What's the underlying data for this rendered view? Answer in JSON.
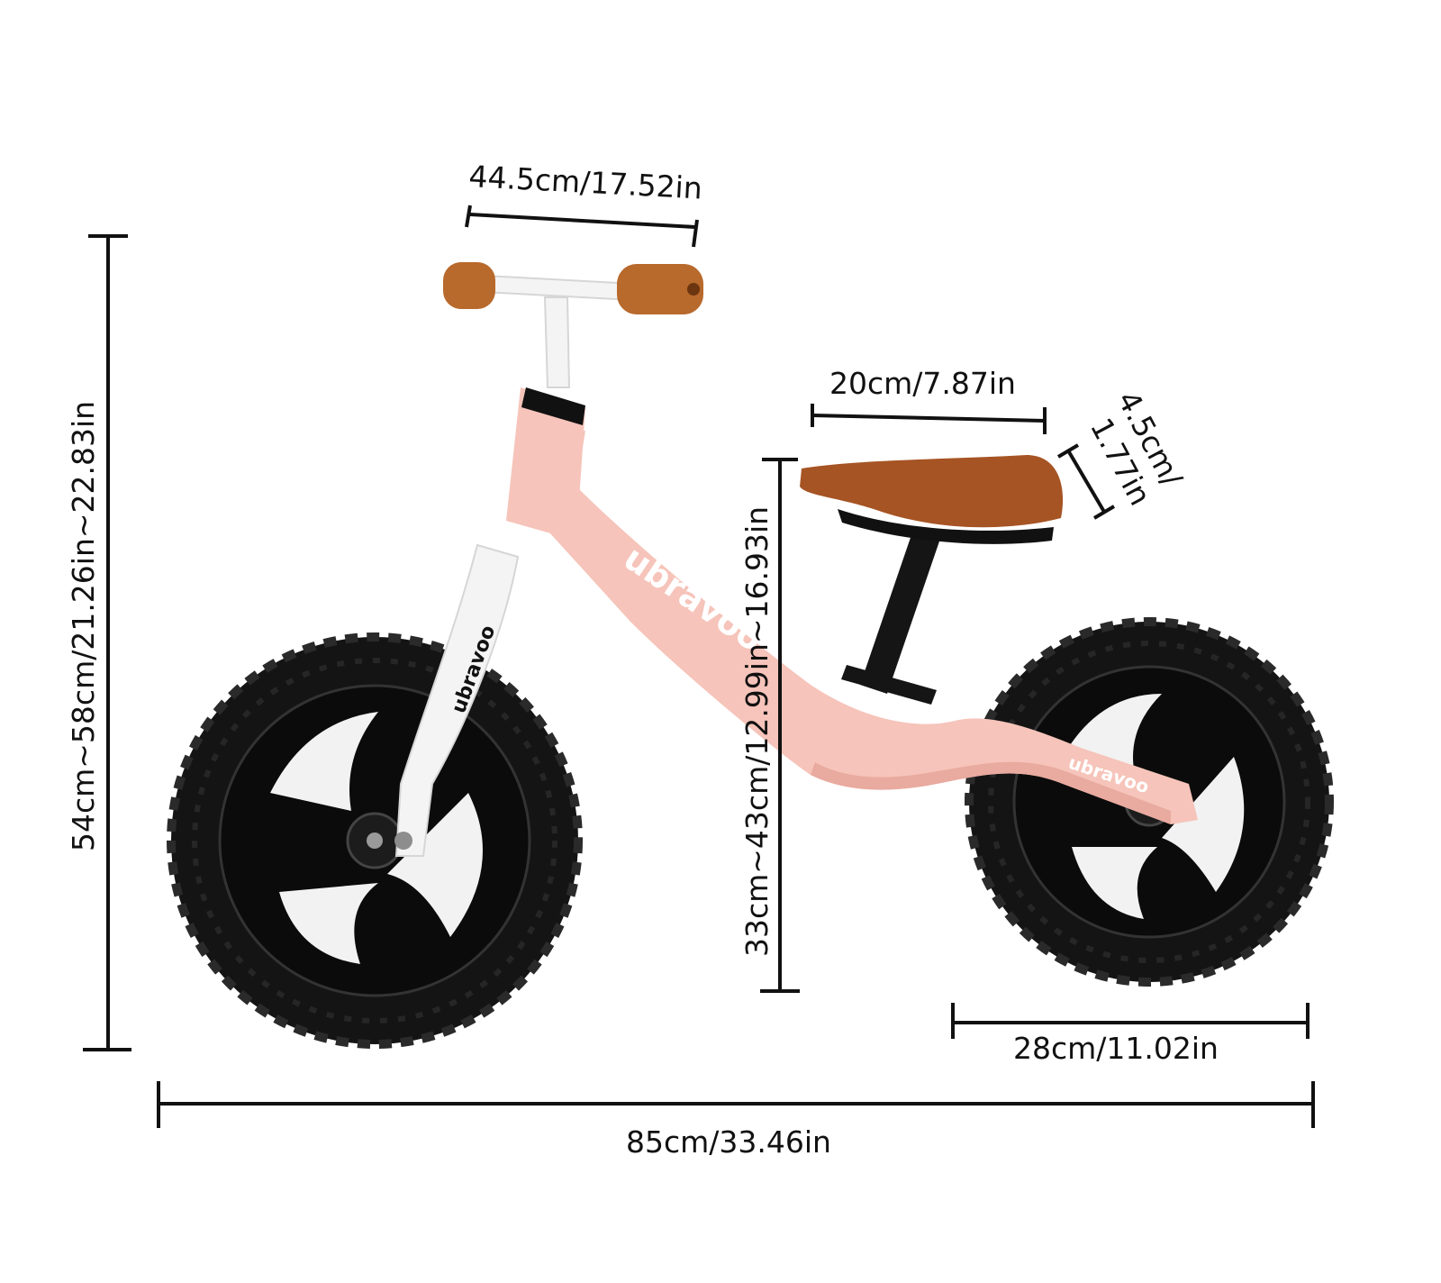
{
  "brand": {
    "logo_text": "ubravoo"
  },
  "dimensions": {
    "handlebar_width": "44.5cm/17.52in",
    "seat_length": "20cm/7.87in",
    "seat_thickness_line1": "4.5cm/",
    "seat_thickness_line2": "1.77in",
    "overall_height": "54cm~58cm/21.26in~22.83in",
    "seat_height": "33cm~43cm/12.99in~16.93in",
    "wheel_diameter": "28cm/11.02in",
    "overall_length": "85cm/33.46in"
  },
  "colors": {
    "frame": "#f6c4ba",
    "frame_shade": "#e9aa9f",
    "tire": "#141414",
    "rim": "#0b0b0b",
    "fork": "#f4f4f4",
    "grips": "#b8692c",
    "saddle": "#a65424",
    "line": "#111111"
  }
}
